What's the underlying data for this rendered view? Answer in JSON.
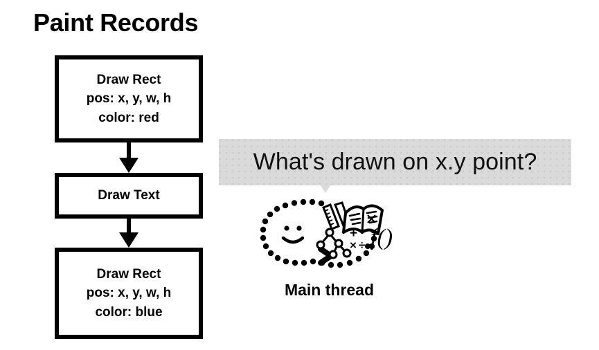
{
  "slide": {
    "title": "Paint Records",
    "background_color": "#ffffff"
  },
  "paint_records": {
    "boxes": [
      {
        "name": "draw-rect-red",
        "lines": [
          "Draw Rect",
          "pos: x, y, w, h",
          "color: red"
        ],
        "operation": "Draw Rect",
        "pos": "pos: x, y, w, h",
        "color": "color: red"
      },
      {
        "name": "draw-text",
        "lines": [
          "Draw Text"
        ],
        "operation": "Draw Text"
      },
      {
        "name": "draw-rect-blue",
        "lines": [
          "Draw Rect",
          "pos: x, y, w, h",
          "color: blue"
        ],
        "operation": "Draw Rect",
        "pos": "pos: x, y, w, h",
        "color": "color: blue"
      }
    ],
    "connector_icon": "down-arrow-icon",
    "border_color": "#000000"
  },
  "speech_bubble": {
    "text": "What's drawn on x.y point?",
    "background_color": "#dadada",
    "text_color": "#111111",
    "tail_direction": "down"
  },
  "main_thread": {
    "label": "Main thread",
    "illustration_icon": "thinking-main-thread-icon",
    "illustration_parts": [
      "dotted-oval-icon",
      "smiley-face-icon",
      "chevron-right-icon",
      "ruler-icon",
      "pencil-icon",
      "open-book-icon",
      "tree-graph-icon",
      "math-symbols-icon",
      "function-notation-icon"
    ],
    "math_symbols": "+ - x ÷",
    "function_notation": "f()"
  }
}
